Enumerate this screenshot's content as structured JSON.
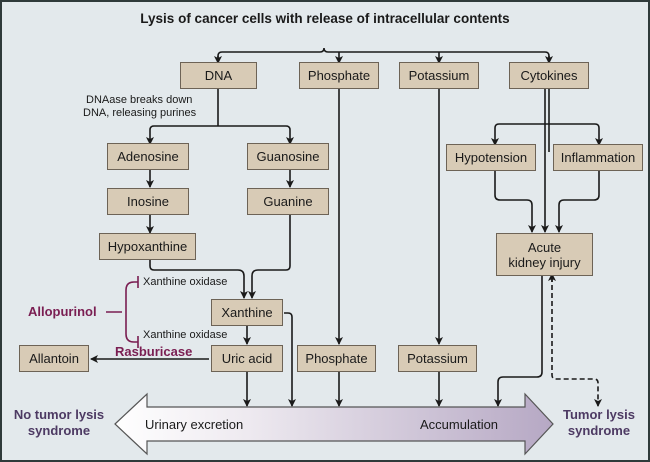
{
  "title": "Lysis of cancer cells with release of intracellular contents",
  "boxes": {
    "dna": "DNA",
    "phosphate_top": "Phosphate",
    "potassium_top": "Potassium",
    "cytokines": "Cytokines",
    "adenosine": "Adenosine",
    "guanosine": "Guanosine",
    "inosine": "Inosine",
    "guanine": "Guanine",
    "hypoxanthine": "Hypoxanthine",
    "xanthine": "Xanthine",
    "uric_acid": "Uric acid",
    "allantoin": "Allantoin",
    "phosphate_bottom": "Phosphate",
    "potassium_bottom": "Potassium",
    "hypotension": "Hypotension",
    "inflammation": "Inflammation",
    "aki_line1": "Acute",
    "aki_line2": "kidney injury"
  },
  "annotations": {
    "dnaase_line1": "DNAase breaks down",
    "dnaase_line2": "DNA, releasing purines",
    "xanthine_oxidase_1": "Xanthine oxidase",
    "xanthine_oxidase_2": "Xanthine oxidase"
  },
  "drugs": {
    "allopurinol": "Allopurinol",
    "rasburicase": "Rasburicase"
  },
  "spectrum": {
    "left_text": "Urinary excretion",
    "right_text": "Accumulation",
    "left_outcome_line1": "No tumor lysis",
    "left_outcome_line2": "syndrome",
    "right_outcome_line1": "Tumor lysis",
    "right_outcome_line2": "syndrome"
  },
  "colors": {
    "box_fill": "#d8cbb6",
    "drug": "#7a1e52",
    "outcome": "#4d3a63",
    "background": "#e3e9ec"
  }
}
